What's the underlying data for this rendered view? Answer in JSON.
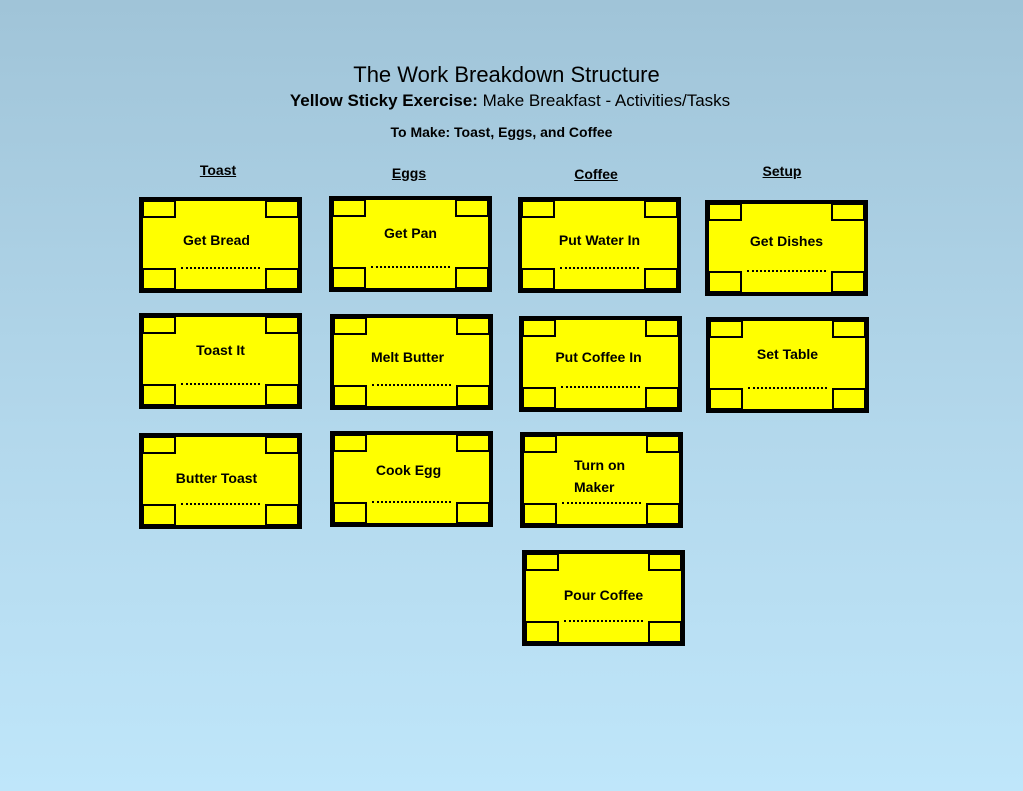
{
  "title": "The Work Breakdown Structure",
  "subtitle": {
    "bold": "Yellow Sticky Exercise:",
    "rest": " Make Breakfast - Activities/Tasks"
  },
  "to_make": "To Make: Toast, Eggs, and Coffee",
  "columns": [
    {
      "heading": "Toast",
      "tasks": [
        "Get Bread",
        "Toast It",
        "Butter Toast"
      ]
    },
    {
      "heading": "Eggs",
      "tasks": [
        "Get Pan",
        "Melt Butter",
        "Cook Egg"
      ]
    },
    {
      "heading": "Coffee",
      "tasks": [
        "Put Water In",
        "Put Coffee In",
        "Turn on Maker",
        "Pour Coffee"
      ]
    },
    {
      "heading": "Setup",
      "tasks": [
        "Get Dishes",
        "Set Table"
      ]
    }
  ],
  "colors": {
    "card": "#ffff00",
    "border": "#000000"
  }
}
